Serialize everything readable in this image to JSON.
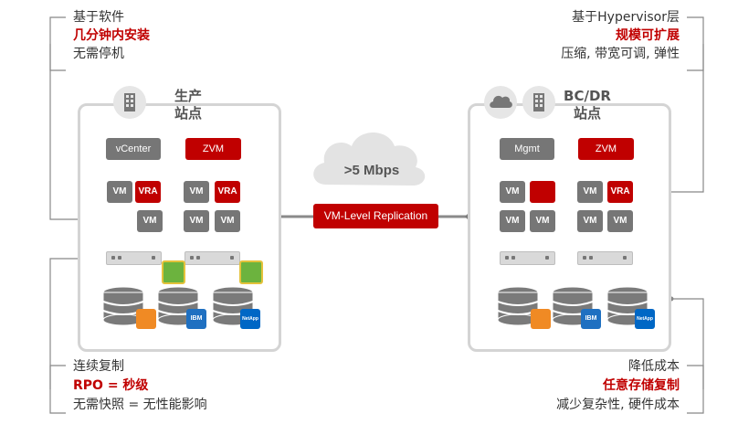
{
  "top_left": {
    "line1": "基于软件",
    "line2": "几分钟内安装",
    "line3": "无需停机"
  },
  "top_right": {
    "line1": "基于Hypervisor层",
    "line2": "规模可扩展",
    "line3": "压缩, 带宽可调, 弹性"
  },
  "bottom_left": {
    "line1": "连续复制",
    "line2": "RPO = 秒级",
    "line3": "无需快照 = 无性能影响"
  },
  "bottom_right": {
    "line1": "降低成本",
    "line2": "任意存储复制",
    "line3": "减少复杂性, 硬件成本"
  },
  "production_site": {
    "label_line1": "生产",
    "label_line2": "站点",
    "vcenter_label": "vCenter",
    "zvm_label": "ZVM",
    "vm_label": "VM",
    "vra_label": "VRA"
  },
  "dr_site": {
    "label_line1": "BC/DR",
    "label_line2": "站点",
    "mgmt_label": "Mgmt",
    "zvm_label": "ZVM",
    "vm_label": "VM",
    "vra_label": "VRA"
  },
  "bandwidth_label": ">5 Mbps",
  "replication_label": "VM-Level Replication",
  "storage_logos": {
    "ibm": "IBM",
    "netapp": "NetApp"
  },
  "colors": {
    "accent_red": "#c00000",
    "vm_gray": "#767676",
    "border_gray": "#d4d4d4"
  }
}
